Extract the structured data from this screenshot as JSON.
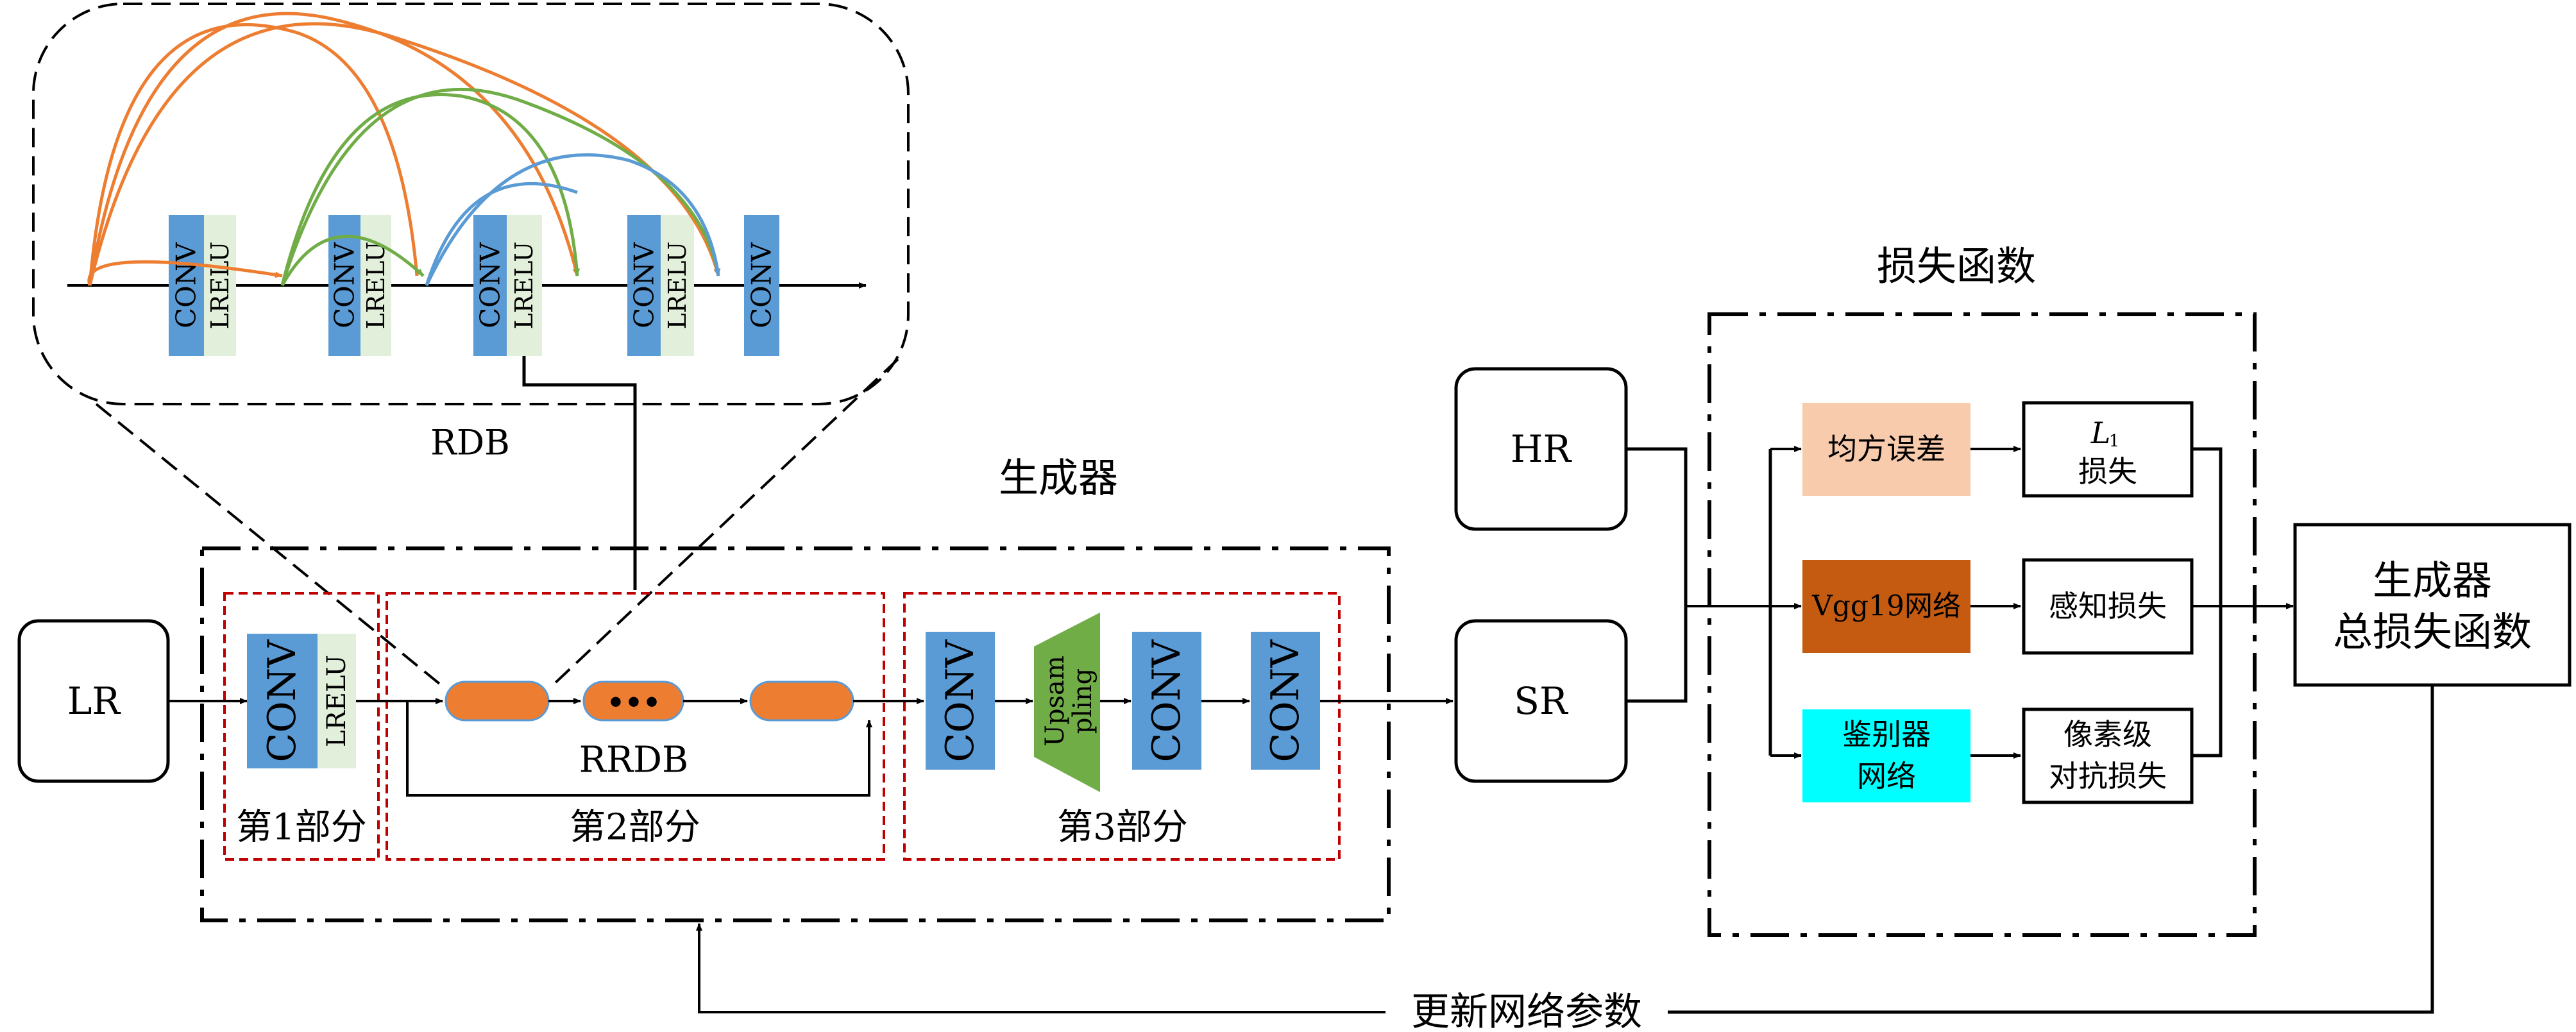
{
  "rdb": {
    "label": "RDB",
    "blocks": [
      {
        "conv": "CONV",
        "act": "LRELU"
      },
      {
        "conv": "CONV",
        "act": "LRELU"
      },
      {
        "conv": "CONV",
        "act": "LRELU"
      },
      {
        "conv": "CONV",
        "act": "LRELU"
      },
      {
        "conv": "CONV",
        "act": ""
      }
    ]
  },
  "generator": {
    "title": "生成器",
    "input_label": "LR",
    "output_label": "SR",
    "part1": {
      "label": "第1部分",
      "conv": "CONV",
      "act": "LRELU"
    },
    "part2": {
      "label": "第2部分",
      "rrdb_label": "RRDB",
      "ellipsis": "•••"
    },
    "part3": {
      "label": "第3部分",
      "conv1": "CONV",
      "upsample_line1": "Upsam",
      "upsample_line2": "pling",
      "conv2": "CONV",
      "conv3": "CONV"
    }
  },
  "hr_label": "HR",
  "loss": {
    "title": "损失函数",
    "mse": "均方误差",
    "l1_symbol": "L",
    "l1_subscript": "1",
    "l1_text": "损失",
    "vgg": "Vgg19网络",
    "perceptual": "感知损失",
    "disc_line1": "鉴别器",
    "disc_line2": "网络",
    "adv_line1": "像素级",
    "adv_line2": "对抗损失"
  },
  "total": {
    "line1": "生成器",
    "line2": "总损失函数"
  },
  "feedback_label": "更新网络参数",
  "colors": {
    "conv_blue": "#5b9bd5",
    "lrelu_green": "#e2efda",
    "rrdb_orange": "#ed7d31",
    "upsample_green": "#70ad47",
    "mse_peach": "#f8cbad",
    "vgg_brown": "#c55a11",
    "disc_cyan": "#00ffff",
    "part_red": "#c00000",
    "arc_blue": "#5b9bd5",
    "arc_green": "#70ad47",
    "arc_orange": "#ed7d31"
  }
}
